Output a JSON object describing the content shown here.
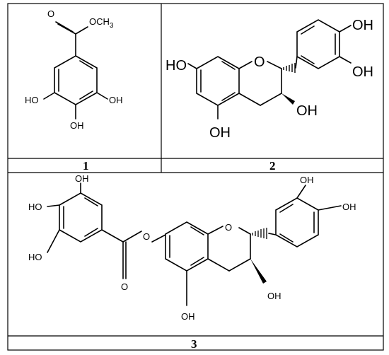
{
  "panels": [
    {
      "number": "1",
      "labels": {
        "ester": "OCH3",
        "oh_left": "HO",
        "oh_right": "OH",
        "oh_bottom": "OH"
      }
    },
    {
      "number": "2",
      "labels": {
        "oh_top": "OH",
        "oh_right": "OH",
        "oh_left": "HO",
        "ring_o": "O",
        "oh_c3": "OH",
        "oh_c5": "OH"
      }
    },
    {
      "number": "3",
      "labels": {
        "g_oh_top": "OH",
        "g_oh_mid": "HO",
        "g_oh_low": "HO",
        "ester_o": "O",
        "carbonyl_o": "O",
        "ring_o": "O",
        "b_oh_top": "OH",
        "b_oh_right": "OH",
        "oh_c3": "OH",
        "oh_c5": "OH"
      }
    }
  ]
}
